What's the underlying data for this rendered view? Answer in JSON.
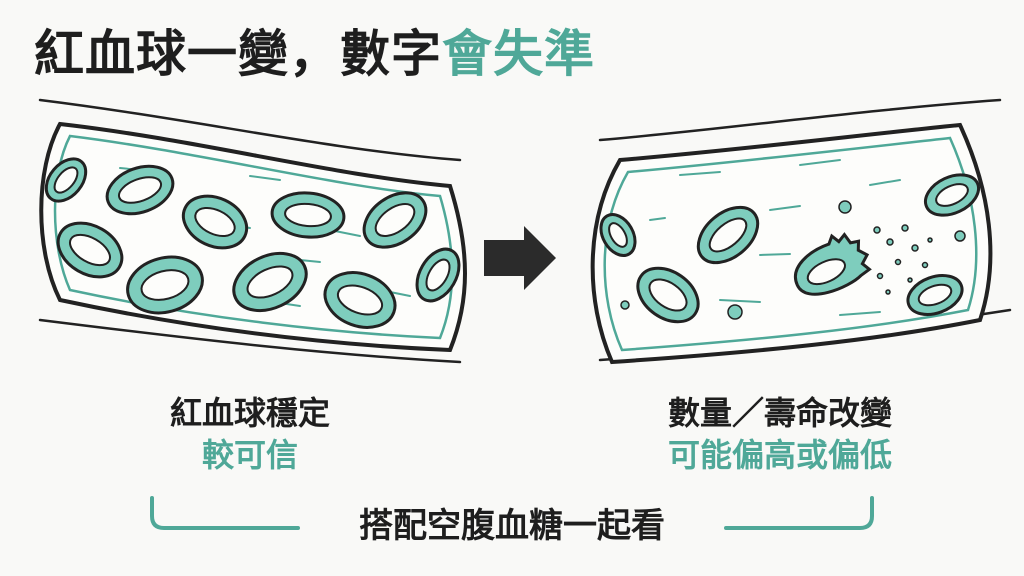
{
  "title": {
    "main": "紅血球一變，數字",
    "accent": "會失準"
  },
  "left_panel": {
    "label": "紅血球穩定",
    "sublabel": "較可信"
  },
  "right_panel": {
    "label": "數量／壽命改變",
    "sublabel": "可能偏高或偏低"
  },
  "bottom_note": "搭配空腹血糖一起看",
  "colors": {
    "accent": "#4fa898",
    "cell_fill": "#7ecdbd",
    "ink": "#222222",
    "background": "#f9f9f7"
  },
  "icons": {
    "arrow": "arrow-right-icon"
  }
}
